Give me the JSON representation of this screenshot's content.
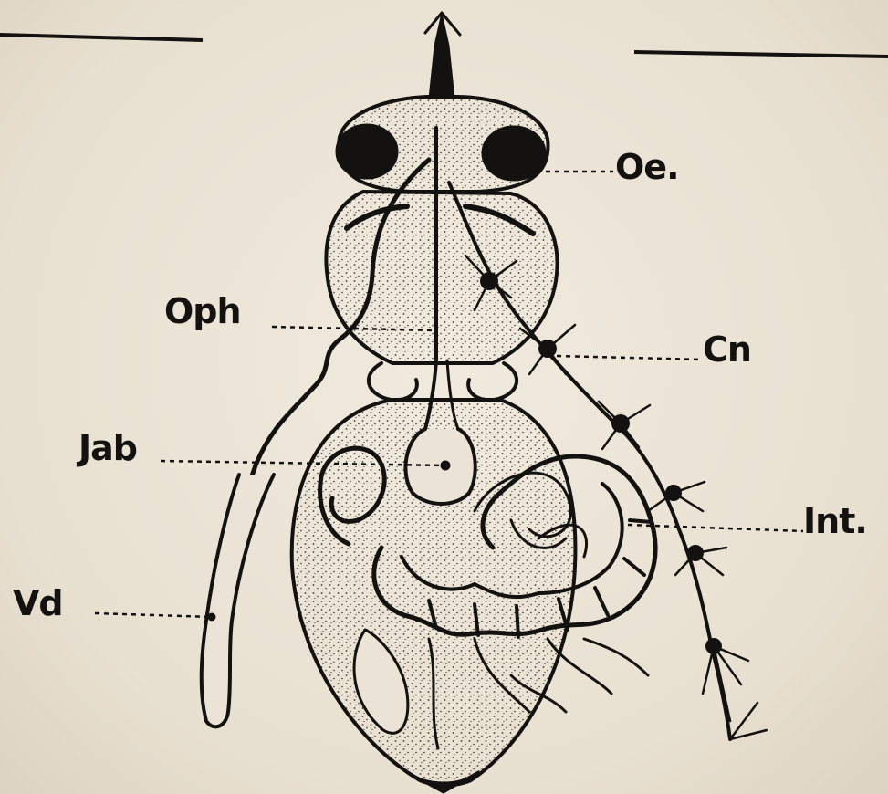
{
  "labels": {
    "oe": "Oe.",
    "oph": "Oph",
    "cn": "Cn",
    "jab": "Jab",
    "int": "Int.",
    "vd": "Vd"
  },
  "colors": {
    "ink": "#141210",
    "paper": "#ebe4d6",
    "stipple": "#3a3530"
  }
}
